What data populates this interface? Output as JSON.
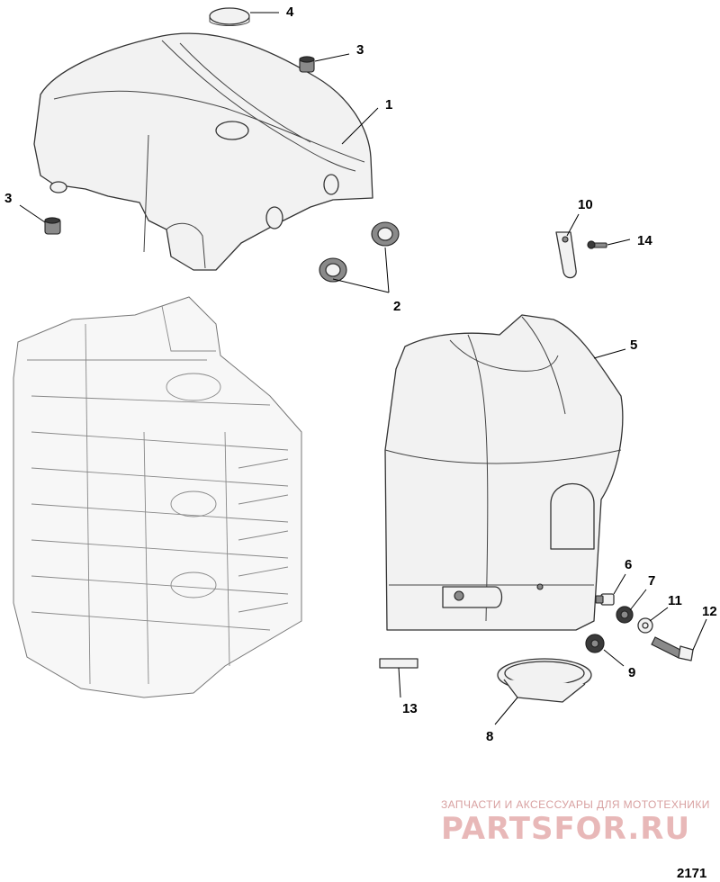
{
  "diagram": {
    "figure_number": "2171",
    "callouts": {
      "c1": "1",
      "c2": "2",
      "c3a": "3",
      "c3b": "3",
      "c4": "4",
      "c5": "5",
      "c6": "6",
      "c7": "7",
      "c8": "8",
      "c9": "9",
      "c10": "10",
      "c11": "11",
      "c12": "12",
      "c13": "13",
      "c14": "14"
    }
  },
  "watermark": {
    "line1": "ЗАПЧАСТИ И АКСЕССУАРЫ ДЛЯ МОТОТЕХНИКИ",
    "line2": "PARTSFOR.RU"
  }
}
